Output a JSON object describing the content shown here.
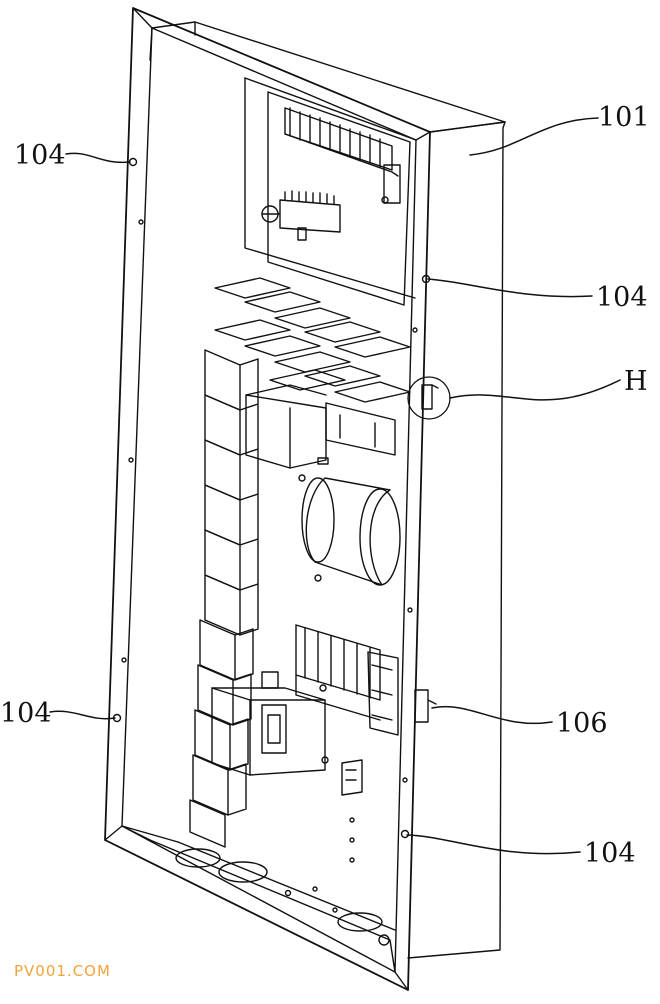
{
  "labels": {
    "housing": "101",
    "hole_top_left": "104",
    "hole_right_upper": "104",
    "hole_left_lower": "104",
    "hole_right_lower": "104",
    "detail_h": "H",
    "clip": "106"
  },
  "watermark": "PV001.COM",
  "colors": {
    "line": "#111111",
    "watermark": "#f2a33a"
  }
}
